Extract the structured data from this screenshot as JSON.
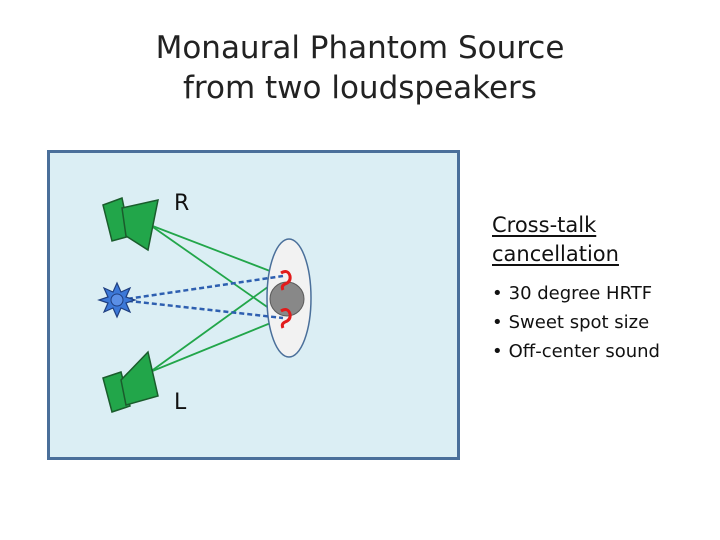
{
  "title": {
    "line1": "Monaural Phantom Source",
    "line2": "from two loudspeakers"
  },
  "diagram": {
    "speaker_right_label": "R",
    "speaker_left_label": "L",
    "colors": {
      "room_fill": "#dbeef4",
      "room_border": "#4a6f9a",
      "speaker_green": "#22a64a",
      "speaker_outline": "#1a5c2c",
      "direct_path": "#22a64a",
      "phantom_path": "#2e5fb0",
      "phantom_source": "#3c78d8",
      "head_fill": "#f2f2f2",
      "head_center": "#888888",
      "ear_marker": "#e21b1b"
    }
  },
  "text_panel": {
    "heading_line1": "Cross-talk",
    "heading_line2": "cancellation",
    "bullets": [
      "30 degree HRTF",
      "Sweet spot size",
      "Off-center sound"
    ]
  }
}
